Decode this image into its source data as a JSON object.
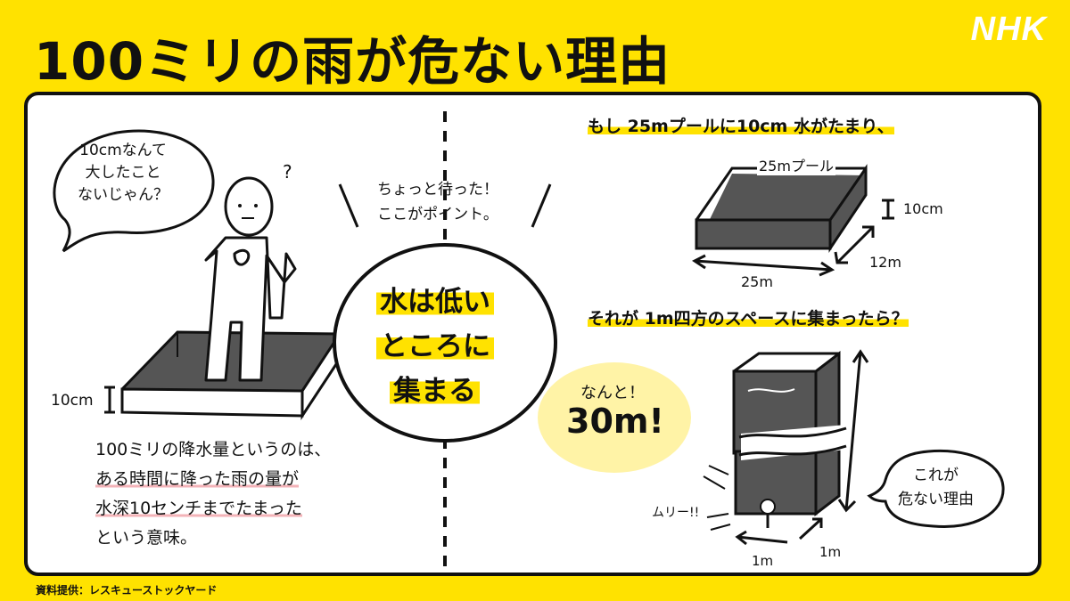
{
  "header": {
    "title": "100ミリの雨が危ない理由",
    "logo": "NHK"
  },
  "left": {
    "speech_lines": [
      "10cmなんて",
      "大したこと",
      "ないじゃん？"
    ],
    "question_mark": "?",
    "depth_label": "10cm",
    "explanation_lines": [
      "100ミリの降水量というのは、",
      "ある時間に降った雨の量が",
      "水深10センチまでたまった",
      "という意味。"
    ]
  },
  "center": {
    "callout_lines": [
      "ちょっと待った！",
      "ここがポイント。"
    ],
    "circle_lines": [
      "水は低い",
      "ところに",
      "集まる"
    ]
  },
  "right": {
    "pool_caption": "もし 25mプールに10cm 水がたまり、",
    "pool_label": "25mプール",
    "pool_depth": "10cm",
    "pool_width": "12m",
    "pool_length": "25m",
    "column_caption": "それが 1m四方のスペースに集まったら？",
    "result_lead": "なんと！",
    "result_value": "30m!",
    "sound_effect": "ムリー!!",
    "column_base_a": "1m",
    "column_base_b": "1m",
    "danger_speech": [
      "これが",
      "危ない理由"
    ]
  },
  "footer": {
    "credit": "資料提供：レスキューストックヤード"
  },
  "colors": {
    "background": "#FFE200",
    "panel": "#FFFFFF",
    "water": "#555555",
    "underline_pink": "#F3B3B8",
    "result_bubble": "#FFF3A6"
  }
}
